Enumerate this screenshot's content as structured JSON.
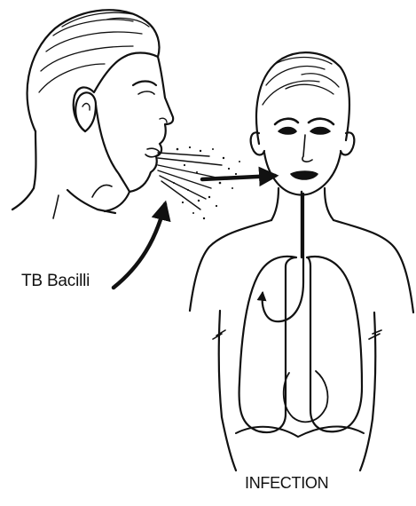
{
  "labels": {
    "bacilli": "TB Bacilli",
    "infection": "INFECTION"
  },
  "colors": {
    "ink": "#111111",
    "background": "#ffffff"
  },
  "icons": {
    "source": "coughing-man-profile",
    "target": "infected-person-torso",
    "spray": "droplet-spray",
    "arrows": "arrow-right"
  }
}
